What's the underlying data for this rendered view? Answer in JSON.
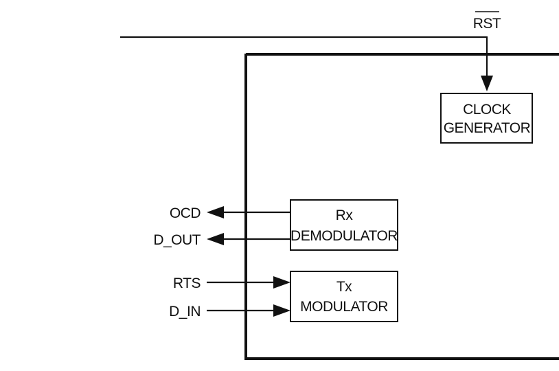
{
  "signals": {
    "rst": "RST",
    "ocd": "OCD",
    "d_out": "D_OUT",
    "rts": "RTS",
    "d_in": "D_IN"
  },
  "blocks": {
    "clock_generator": {
      "line1": "CLOCK",
      "line2": "GENERATOR"
    },
    "rx_demodulator": {
      "line1": "Rx",
      "line2": "DEMODULATOR"
    },
    "tx_modulator": {
      "line1": "Tx",
      "line2": "MODULATOR"
    }
  },
  "colors": {
    "ink": "#111111",
    "background": "#ffffff"
  }
}
